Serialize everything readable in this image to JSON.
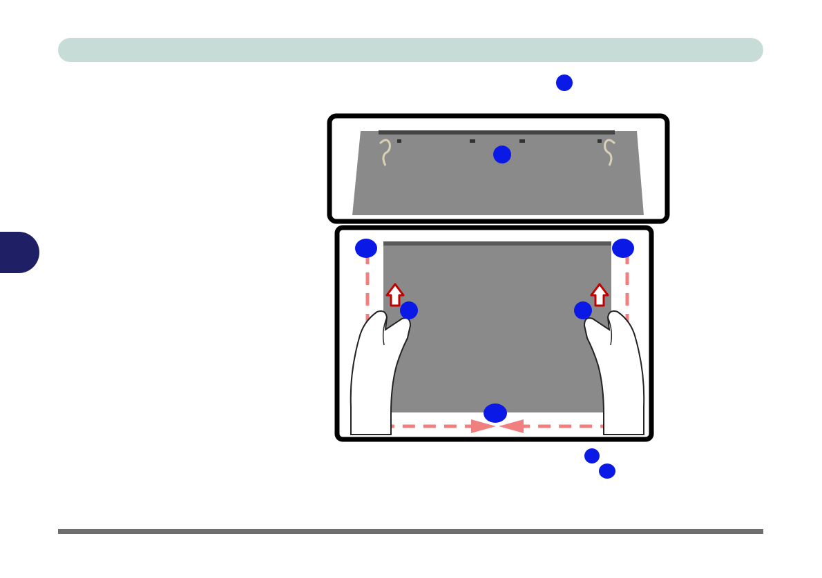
{
  "colors": {
    "header_bar": "#c8dcd7",
    "chapter_tab": "#1f1f66",
    "callout": "#0a19e6",
    "rule": "#6e6e6e",
    "panel": "#8a8a8a",
    "frame": "#000000",
    "guide_arrow": "#f08080"
  },
  "figure": {
    "top_view": {
      "icon": "laptop-bottom-edge-clips"
    },
    "bottom_view": {
      "icon": "hands-lifting-bottom-cover",
      "arrows": [
        "arrow-up-icon",
        "arrow-up-icon"
      ],
      "guide": "dashed-outline-arrows"
    }
  }
}
